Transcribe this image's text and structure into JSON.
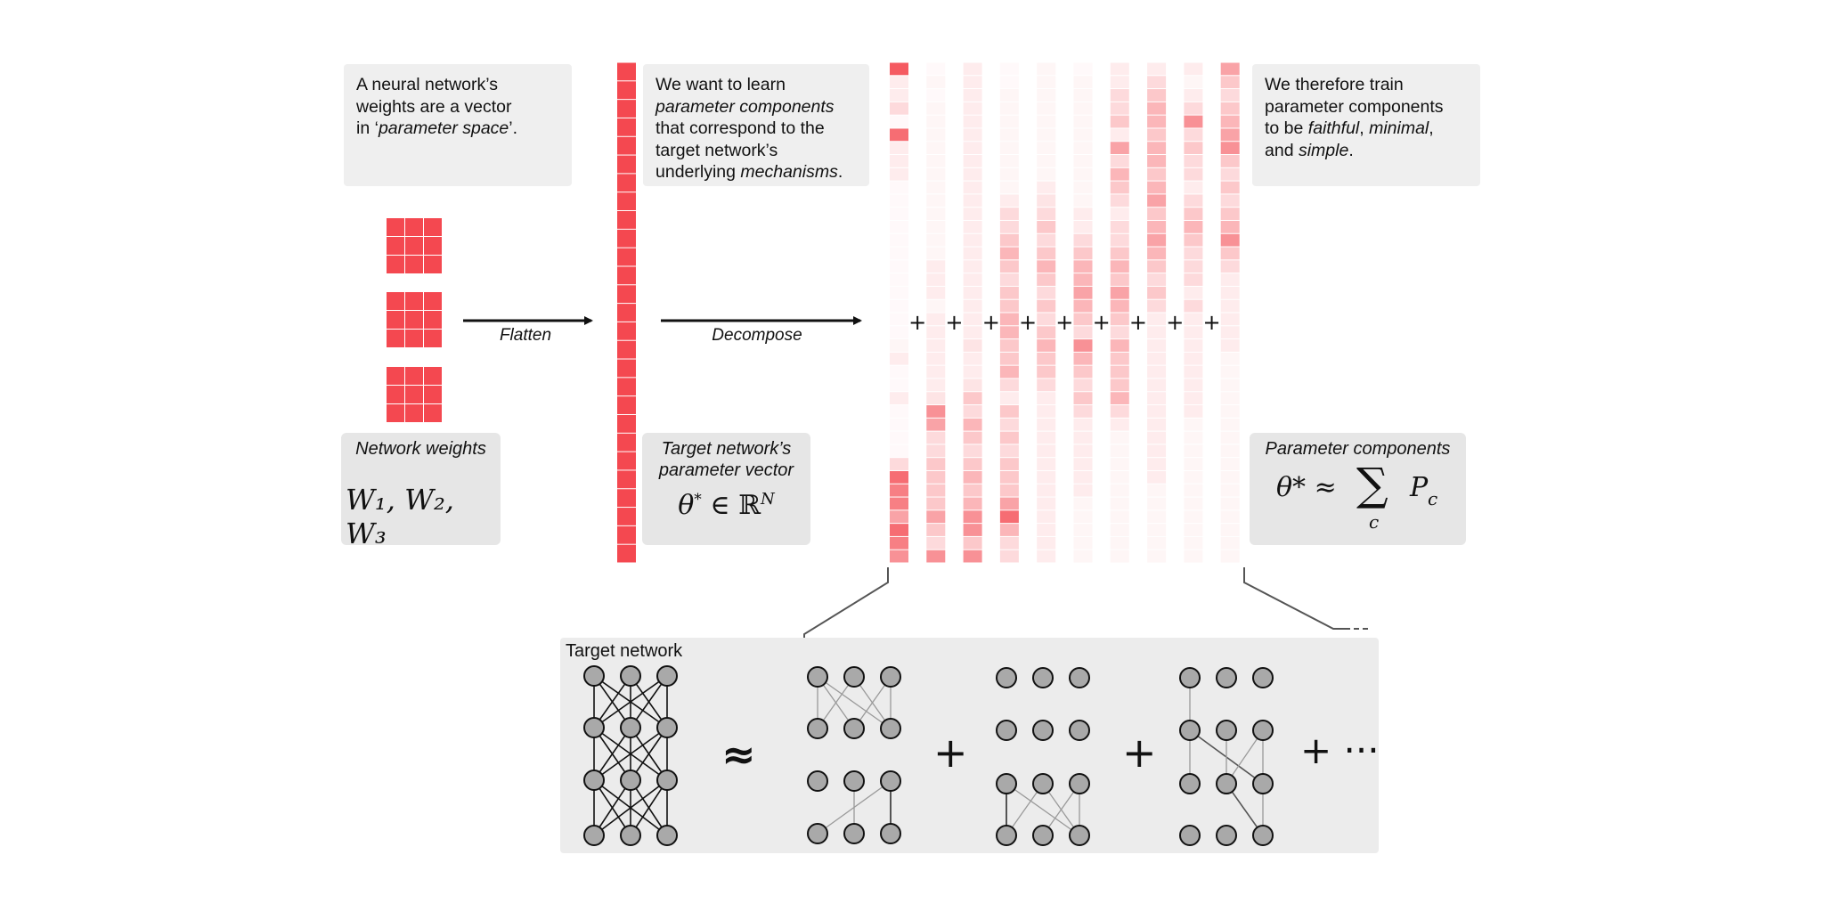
{
  "colors": {
    "accent": "#f44850",
    "box_bg": "#efefef",
    "node_fill": "#a9a9a9",
    "edge_dark": "#111111",
    "edge_light": "#9a9a9a"
  },
  "boxes": {
    "intro": {
      "line1": "A neural network’s",
      "line2": "weights are a vector",
      "line3_pre": "in ‘",
      "line3_em": "parameter space",
      "line3_post": "’."
    },
    "goal": {
      "line1": "We want to learn",
      "line2_em": "parameter components",
      "line3": "that correspond to the",
      "line4": "target network’s",
      "line5_pre": "underlying ",
      "line5_em": "mechanisms",
      "line5_post": "."
    },
    "train": {
      "line1": "We therefore train",
      "line2": "parameter components",
      "line3_pre": "to be ",
      "line3_em1": "faithful",
      "line3_mid": ", ",
      "line3_em2": "minimal",
      "line3_post": ",",
      "line4_pre": "and ",
      "line4_em": "simple",
      "line4_post": "."
    }
  },
  "labels": {
    "network_weights": {
      "caption": "Network weights",
      "formula": "W₁, W₂, W₃"
    },
    "target_vector": {
      "caption_line1": "Target network’s",
      "caption_line2": "parameter vector",
      "formula_theta": "θ",
      "formula_star": "*",
      "formula_in": " ∈ ",
      "formula_R": "ℝ",
      "formula_N": "N"
    },
    "param_components": {
      "caption": "Parameter components",
      "formula_left": "θ* ≈",
      "formula_sigma": "∑",
      "formula_sub": "c",
      "formula_right": "P",
      "formula_right_sub": "c"
    }
  },
  "arrows": {
    "flatten": "Flatten",
    "decompose": "Decompose"
  },
  "plus_sign": "+",
  "bottom": {
    "title": "Target network",
    "approx": "≈",
    "plus": "+",
    "ellipsis": "+ ···"
  },
  "component_columns": [
    [
      0.9,
      0.1,
      0.1,
      0.2,
      0.0,
      0.8,
      0.1,
      0.1,
      0.1,
      0.0,
      0.0,
      0.0,
      0.0,
      0.0,
      0.0,
      0.0,
      0.0,
      0.0,
      0.0,
      0.0,
      0.0,
      0.05,
      0.1,
      0.0,
      0.0,
      0.1,
      0.0,
      0.0,
      0.0,
      0.0,
      0.2,
      0.8,
      0.7,
      0.7,
      0.5,
      0.8,
      0.7,
      0.6
    ],
    [
      0.0,
      0.05,
      0.0,
      0.05,
      0.05,
      0.05,
      0.05,
      0.05,
      0.05,
      0.05,
      0.05,
      0.05,
      0.05,
      0.05,
      0.05,
      0.1,
      0.1,
      0.1,
      0.05,
      0.1,
      0.1,
      0.1,
      0.1,
      0.1,
      0.1,
      0.15,
      0.6,
      0.5,
      0.2,
      0.2,
      0.3,
      0.3,
      0.3,
      0.3,
      0.5,
      0.3,
      0.2,
      0.6
    ],
    [
      0.1,
      0.1,
      0.1,
      0.1,
      0.1,
      0.1,
      0.1,
      0.1,
      0.1,
      0.1,
      0.1,
      0.1,
      0.1,
      0.1,
      0.1,
      0.1,
      0.1,
      0.1,
      0.1,
      0.1,
      0.1,
      0.15,
      0.1,
      0.1,
      0.15,
      0.3,
      0.2,
      0.4,
      0.3,
      0.2,
      0.3,
      0.4,
      0.3,
      0.4,
      0.6,
      0.6,
      0.3,
      0.6
    ],
    [
      0.0,
      0.0,
      0.05,
      0.05,
      0.05,
      0.05,
      0.05,
      0.05,
      0.05,
      0.05,
      0.1,
      0.2,
      0.2,
      0.3,
      0.4,
      0.3,
      0.2,
      0.3,
      0.3,
      0.4,
      0.4,
      0.3,
      0.3,
      0.4,
      0.2,
      0.1,
      0.3,
      0.2,
      0.3,
      0.2,
      0.3,
      0.3,
      0.3,
      0.5,
      0.8,
      0.4,
      0.2,
      0.2
    ],
    [
      0.05,
      0.05,
      0.05,
      0.05,
      0.05,
      0.05,
      0.05,
      0.05,
      0.05,
      0.1,
      0.15,
      0.2,
      0.3,
      0.2,
      0.3,
      0.4,
      0.3,
      0.2,
      0.3,
      0.2,
      0.3,
      0.4,
      0.3,
      0.3,
      0.2,
      0.1,
      0.1,
      0.1,
      0.1,
      0.1,
      0.1,
      0.1,
      0.1,
      0.1,
      0.1,
      0.1,
      0.1,
      0.1
    ],
    [
      0.0,
      0.05,
      0.05,
      0.05,
      0.05,
      0.05,
      0.05,
      0.05,
      0.05,
      0.05,
      0.05,
      0.1,
      0.1,
      0.2,
      0.3,
      0.4,
      0.4,
      0.5,
      0.4,
      0.3,
      0.2,
      0.6,
      0.4,
      0.3,
      0.2,
      0.3,
      0.2,
      0.1,
      0.1,
      0.1,
      0.1,
      0.1,
      0.1,
      0.05,
      0.05,
      0.05,
      0.05,
      0.05
    ],
    [
      0.1,
      0.1,
      0.2,
      0.2,
      0.3,
      0.1,
      0.5,
      0.2,
      0.4,
      0.3,
      0.2,
      0.1,
      0.2,
      0.2,
      0.3,
      0.4,
      0.3,
      0.5,
      0.4,
      0.3,
      0.2,
      0.4,
      0.3,
      0.3,
      0.3,
      0.4,
      0.2,
      0.1,
      0.05,
      0.05,
      0.05,
      0.05,
      0.05,
      0.05,
      0.05,
      0.05,
      0.05,
      0.05
    ],
    [
      0.1,
      0.2,
      0.3,
      0.4,
      0.4,
      0.3,
      0.4,
      0.4,
      0.3,
      0.4,
      0.5,
      0.3,
      0.4,
      0.5,
      0.4,
      0.3,
      0.2,
      0.3,
      0.2,
      0.1,
      0.1,
      0.1,
      0.1,
      0.1,
      0.1,
      0.1,
      0.1,
      0.1,
      0.1,
      0.1,
      0.1,
      0.1,
      0.05,
      0.05,
      0.05,
      0.05,
      0.05,
      0.05
    ],
    [
      0.1,
      0.05,
      0.1,
      0.2,
      0.6,
      0.2,
      0.3,
      0.2,
      0.2,
      0.1,
      0.2,
      0.3,
      0.4,
      0.3,
      0.2,
      0.2,
      0.2,
      0.1,
      0.2,
      0.1,
      0.1,
      0.1,
      0.1,
      0.1,
      0.1,
      0.1,
      0.1,
      0.05,
      0.05,
      0.05,
      0.05,
      0.05,
      0.05,
      0.05,
      0.05,
      0.05,
      0.05,
      0.05
    ],
    [
      0.5,
      0.3,
      0.2,
      0.3,
      0.4,
      0.5,
      0.6,
      0.3,
      0.2,
      0.3,
      0.2,
      0.3,
      0.4,
      0.6,
      0.3,
      0.2,
      0.1,
      0.1,
      0.1,
      0.1,
      0.1,
      0.1,
      0.05,
      0.05,
      0.05,
      0.05,
      0.05,
      0.05,
      0.05,
      0.05,
      0.05,
      0.05,
      0.05,
      0.05,
      0.05,
      0.05,
      0.05,
      0.05
    ]
  ]
}
